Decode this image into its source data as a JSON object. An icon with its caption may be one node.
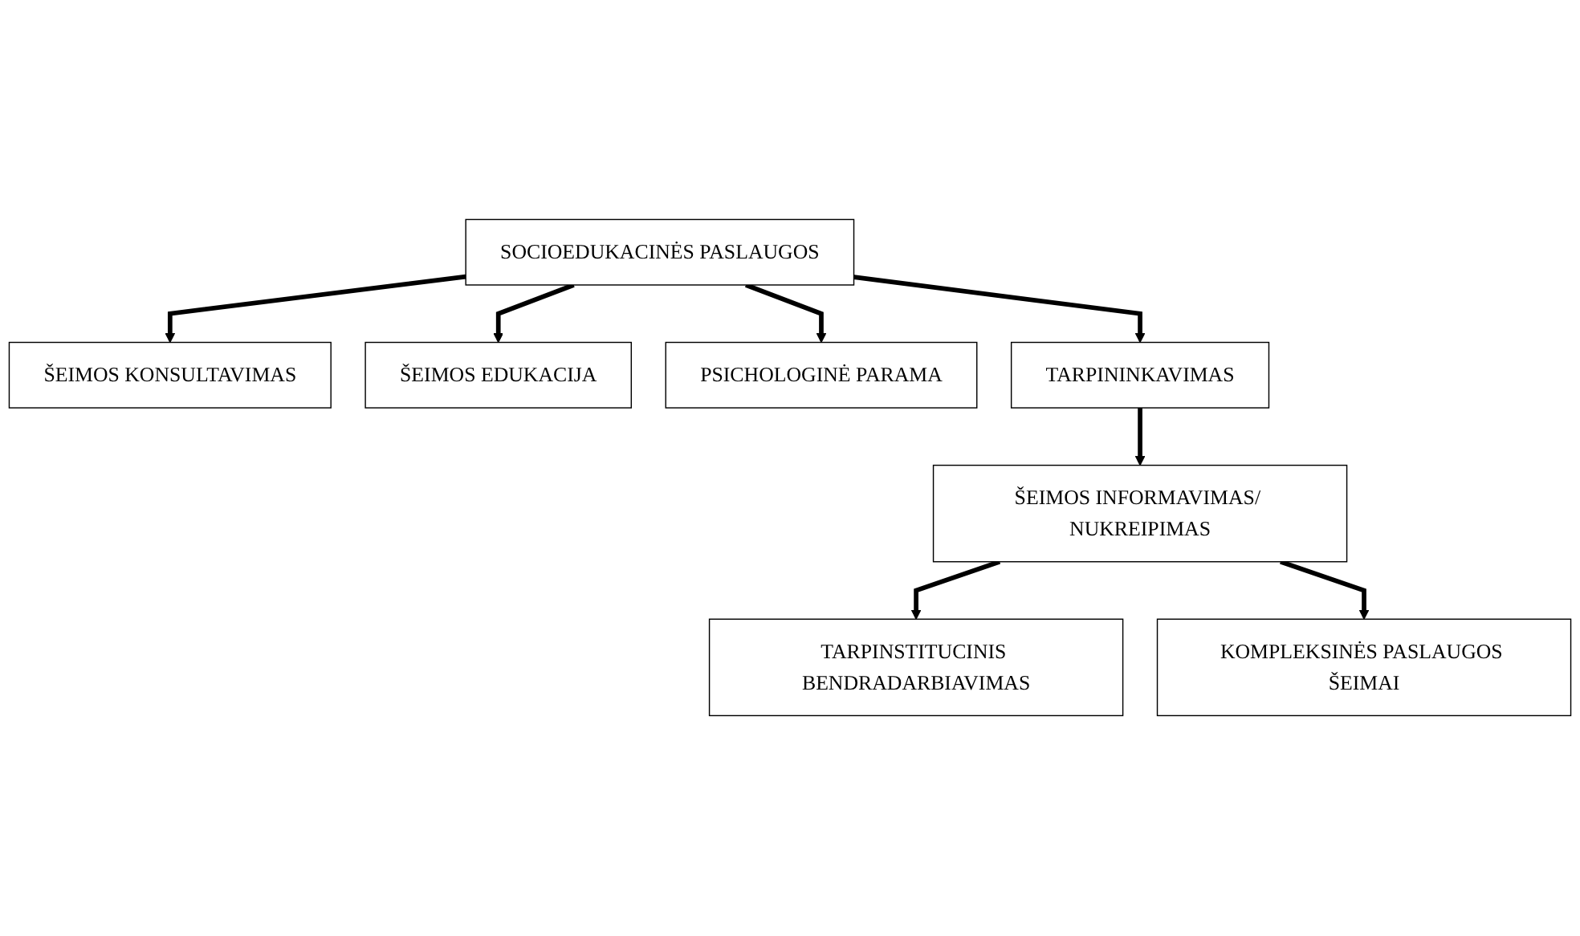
{
  "diagram": {
    "nodes": [
      {
        "text": [
          "SOCIOEDUKACINĖS PASLAUGOS"
        ]
      },
      {
        "text": [
          "ŠEIMOS KONSULTAVIMAS"
        ]
      },
      {
        "text": [
          "ŠEIMOS EDUKACIJA"
        ]
      },
      {
        "text": [
          "PSICHOLOGINĖ PARAMA"
        ]
      },
      {
        "text": [
          "TARPININKAVIMAS"
        ]
      },
      {
        "text": [
          "ŠEIMOS INFORMAVIMAS/ NUKREIPIMAS"
        ]
      },
      {
        "text": [
          "TARPINSTITUCINIS BENDRADARBIAVIMAS"
        ]
      },
      {
        "text": [
          "KOMPLEKSINĖS PASLAUGOS ŠEIMAI"
        ]
      }
    ],
    "edges": [
      {
        "from": 0,
        "to": 1,
        "arrow": "to"
      },
      {
        "from": 0,
        "to": 2,
        "arrow": "to"
      },
      {
        "from": 0,
        "to": 3,
        "arrow": "to"
      },
      {
        "from": 0,
        "to": 4,
        "arrow": "to"
      },
      {
        "from": 4,
        "to": 5,
        "arrow": "to"
      },
      {
        "from": 5,
        "to": 6,
        "arrow": "to"
      },
      {
        "from": 5,
        "to": 7,
        "arrow": "to"
      }
    ]
  }
}
